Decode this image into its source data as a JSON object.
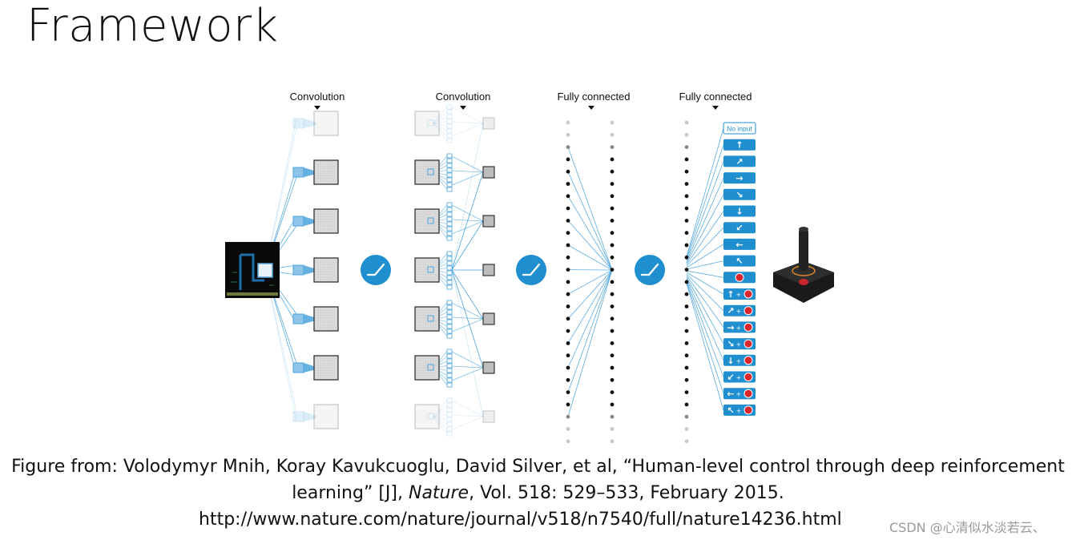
{
  "slide": {
    "title": "Framework"
  },
  "diagram": {
    "layer_labels": [
      "Convolution",
      "Convolution",
      "Fully connected",
      "Fully connected"
    ],
    "action_labels": [
      "No input",
      "↑",
      "↗",
      "→",
      "↘",
      "↓",
      "↙",
      "←",
      "↖",
      "●",
      "↑+●",
      "↗+●",
      "→+●",
      "↘+●",
      "↓+●",
      "↙+●",
      "←+●",
      "↖+●"
    ],
    "colors": {
      "accent": "#1f8fcf",
      "connection": "#4aa3dc",
      "feature_map": "#d9d9d9",
      "node": "#111111",
      "faded_node": "#c8c8c8"
    },
    "icons": [
      "rectifier-icon",
      "joystick-icon",
      "game-screen"
    ]
  },
  "caption": {
    "line1": "Figure from: Volodymyr  Mnih, Koray Kavukcuoglu, David Silver, et al, “Human-level control through  deep reinforcement",
    "line2_pre": "learning”  [J], ",
    "line2_journal": "Nature",
    "line2_post": ", Vol. 518: 529–533, February 2015.",
    "url": "http://www.nature.com/nature/journal/v518/n7540/full/nature14236.html"
  },
  "watermark": "CSDN @心清似水淡若云、"
}
